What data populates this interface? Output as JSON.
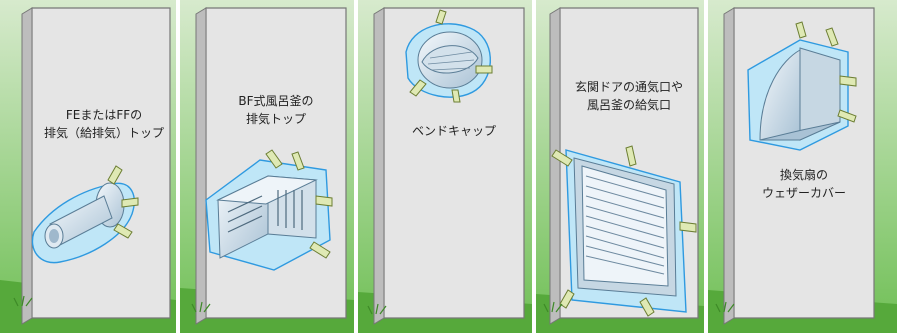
{
  "panels": [
    {
      "id": "fe-ff",
      "label_lines": [
        "FEまたはFFの",
        "排気（給排気）トップ"
      ],
      "fixture": "fe-ff-exhaust-top"
    },
    {
      "id": "bf",
      "label_lines": [
        "BF式風呂釜の",
        "排気トップ"
      ],
      "fixture": "bf-exhaust-top"
    },
    {
      "id": "bend",
      "label_lines": [
        "ベンドキャップ"
      ],
      "fixture": "bend-cap"
    },
    {
      "id": "door",
      "label_lines": [
        "玄関ドアの通気口や",
        "風呂釜の給気口"
      ],
      "fixture": "door-vent"
    },
    {
      "id": "fan",
      "label_lines": [
        "換気扇の",
        "ウェザーカバー"
      ],
      "fixture": "weather-cover"
    }
  ],
  "colors": {
    "wall": "#e6e6e6",
    "wall_edge": "#666666",
    "grass": "#5db03a",
    "sky_gradient_top": "#cfe5c4",
    "sky_gradient_bottom": "#7fc36a",
    "plastic_wrap": "#bfe6f7",
    "wrap_outline": "#3aa0e0",
    "tape": "#dfe9b4",
    "tape_edge": "#6c7e33",
    "metal_light": "#e8f1f8",
    "metal_dark": "#9fb8cc"
  }
}
